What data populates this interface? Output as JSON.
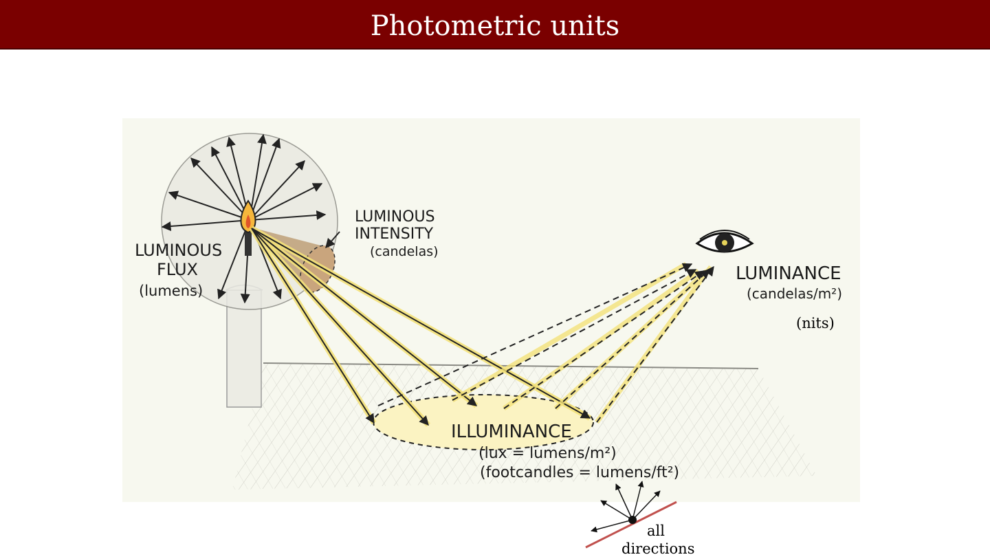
{
  "slide": {
    "title": "Photometric units"
  },
  "figure": {
    "labels": {
      "flux_line1": "LUMINOUS",
      "flux_line2": "FLUX",
      "flux_unit": "(lumens)",
      "intensity_line1": "LUMINOUS",
      "intensity_line2": "INTENSITY",
      "intensity_unit": "(candelas)",
      "luminance": "LUMINANCE",
      "luminance_unit": "(candelas/m²)",
      "illuminance": "ILLUMINANCE",
      "illuminance_unit1": "(lux = lumens/m²)",
      "illuminance_unit2": "(footcandles = lumens/ft²)"
    },
    "icons": [
      "candle-icon",
      "eye-icon"
    ],
    "colors": {
      "title_bar": "#7a0000",
      "sketch_bg": "#f7f8ef",
      "beam_yellow": "#f4e27a",
      "cone_brown": "#b8956a",
      "surface_line": "#c0504d"
    }
  },
  "notes": {
    "nits": "(nits)",
    "all_directions_line1": "all",
    "all_directions_line2": "directions"
  }
}
